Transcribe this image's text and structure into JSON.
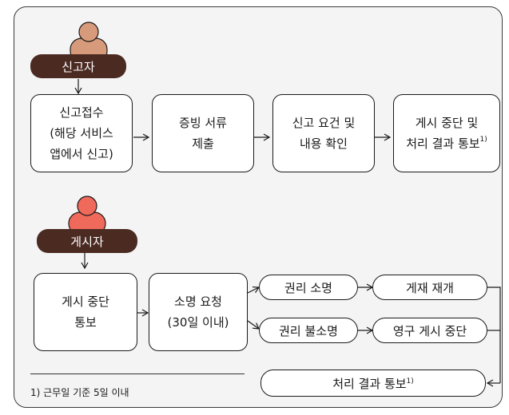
{
  "top": {
    "role": "신고자",
    "steps": [
      {
        "lines": [
          "신고접수",
          "(해당 서비스",
          "앱에서 신고)"
        ]
      },
      {
        "lines": [
          "증빙 서류",
          "제출"
        ]
      },
      {
        "lines": [
          "신고 요건 및",
          "내용 확인"
        ]
      },
      {
        "lines": [
          "게시 중단 및",
          "처리 결과 통보"
        ],
        "note_mark": "1)"
      }
    ]
  },
  "bottom": {
    "role": "게시자",
    "step1": {
      "lines": [
        "게시 중단",
        "통보"
      ]
    },
    "step2": {
      "lines": [
        "소명 요청",
        "(30일 이내)"
      ]
    },
    "branch_a": "권리 소명",
    "branch_b": "권리 불소명",
    "outcome_a": "게재 재개",
    "outcome_b": "영구 게시 중단",
    "final": {
      "text": "처리 결과 통보",
      "note_mark": "1)"
    }
  },
  "footnote": "1) 근무일 기준 5일 이내",
  "colors": {
    "role_bg": "#4b2a22",
    "person_top": "#d79a7a",
    "person_bottom": "#ef6a5a",
    "panel_bg": "#f4f4f4",
    "stroke": "#1a1a1a"
  }
}
